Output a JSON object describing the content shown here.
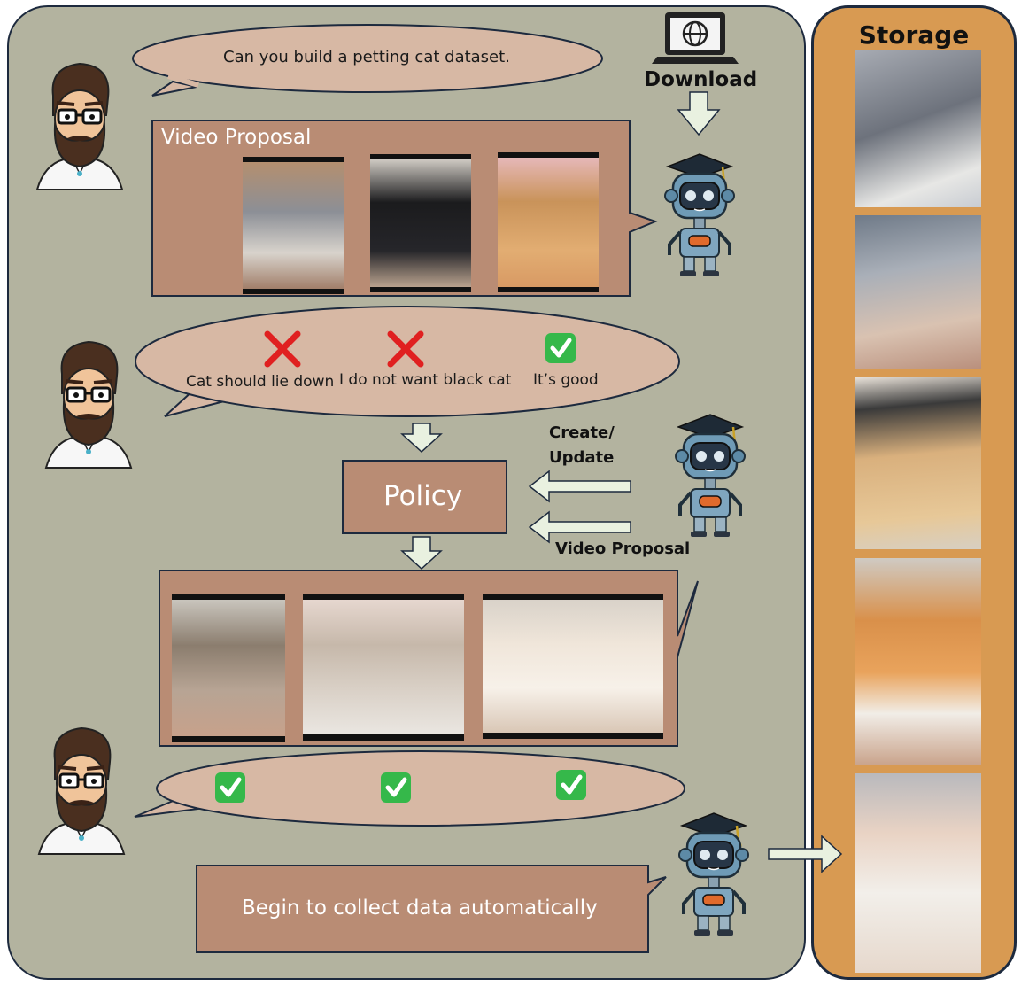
{
  "prompt": {
    "request": "Can you build a petting cat dataset."
  },
  "download": {
    "label": "Download"
  },
  "proposal_top": {
    "title": "Video Proposal"
  },
  "feedback": {
    "item1": "Cat should lie down",
    "item2": "I do not want black cat",
    "item3": "It’s good"
  },
  "policy": {
    "label": "Policy",
    "create_update": [
      "Create/",
      "Update"
    ],
    "video_proposal": "Video Proposal"
  },
  "final": {
    "message": "Begin to collect data automatically"
  },
  "storage": {
    "title": "Storage"
  },
  "icons": [
    "user-avatar-icon",
    "robot-agent-icon",
    "laptop-globe-icon",
    "cross-mark-icon",
    "check-mark-icon",
    "arrow-icon"
  ],
  "colors": {
    "panel": "#b3b39f",
    "storage": "#d89a52",
    "box": "#b98c74",
    "bubble": "#d7b8a4",
    "arrow": "#e9f1e0",
    "cross": "#e02020",
    "check": "#35b84a"
  }
}
